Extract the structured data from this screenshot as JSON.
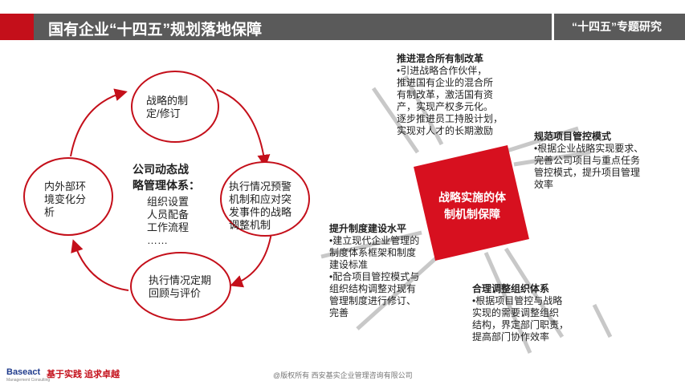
{
  "header": {
    "title": "国有企业“十四五”规划落地保障",
    "tag": "“十四五”专题研究"
  },
  "cycle": {
    "top": "战略的制\n定/修订",
    "right": "执行情况预警\n机制和应对突\n发事件的战略\n调整机制",
    "bottom": "执行情况定期\n回顾与评价",
    "left": "内外部环\n境变化分\n析",
    "center_title": "公司动态战\n略管理体系：",
    "center_items": "组织设置\n人员配备\n工作流程\n……"
  },
  "guarantee": {
    "center": "战略实施的体\n制机制保障",
    "top_title": "推进混合所有制改革",
    "top_body": "•引进战略合作伙伴，\n推进国有企业的混合所\n有制改革，激活国有资\n产，实现产权多元化。\n逐步推进员工持股计划，\n实现对人才的长期激励",
    "right_title": "规范项目管控模式",
    "right_body": "•根据企业战略实现要求、\n完善公司项目与重点任务\n管控模式，提升项目管理\n效率",
    "left_title": "提升制度建设水平",
    "left_body": "•建立现代企业管理的\n制度体系框架和制度\n建设标准\n•配合项目管控模式与\n组织结构调整对现有\n管理制度进行修订、\n完善",
    "bottom_title": "合理调整组织体系",
    "bottom_body": "•根据项目管控与战略\n实现的需要调整组织\n结构，界定部门职责，\n提高部门协作效率"
  },
  "footer": {
    "logo": "Baseact",
    "logo_sub": "Management Consulting",
    "slogan": "基于实践 追求卓越",
    "copyright": "@版权所有 西安基实企业管理咨询有限公司"
  },
  "colors": {
    "accent": "#d7101f",
    "header_gray": "#5a5a5a",
    "line_gray": "#c8c8c8"
  }
}
